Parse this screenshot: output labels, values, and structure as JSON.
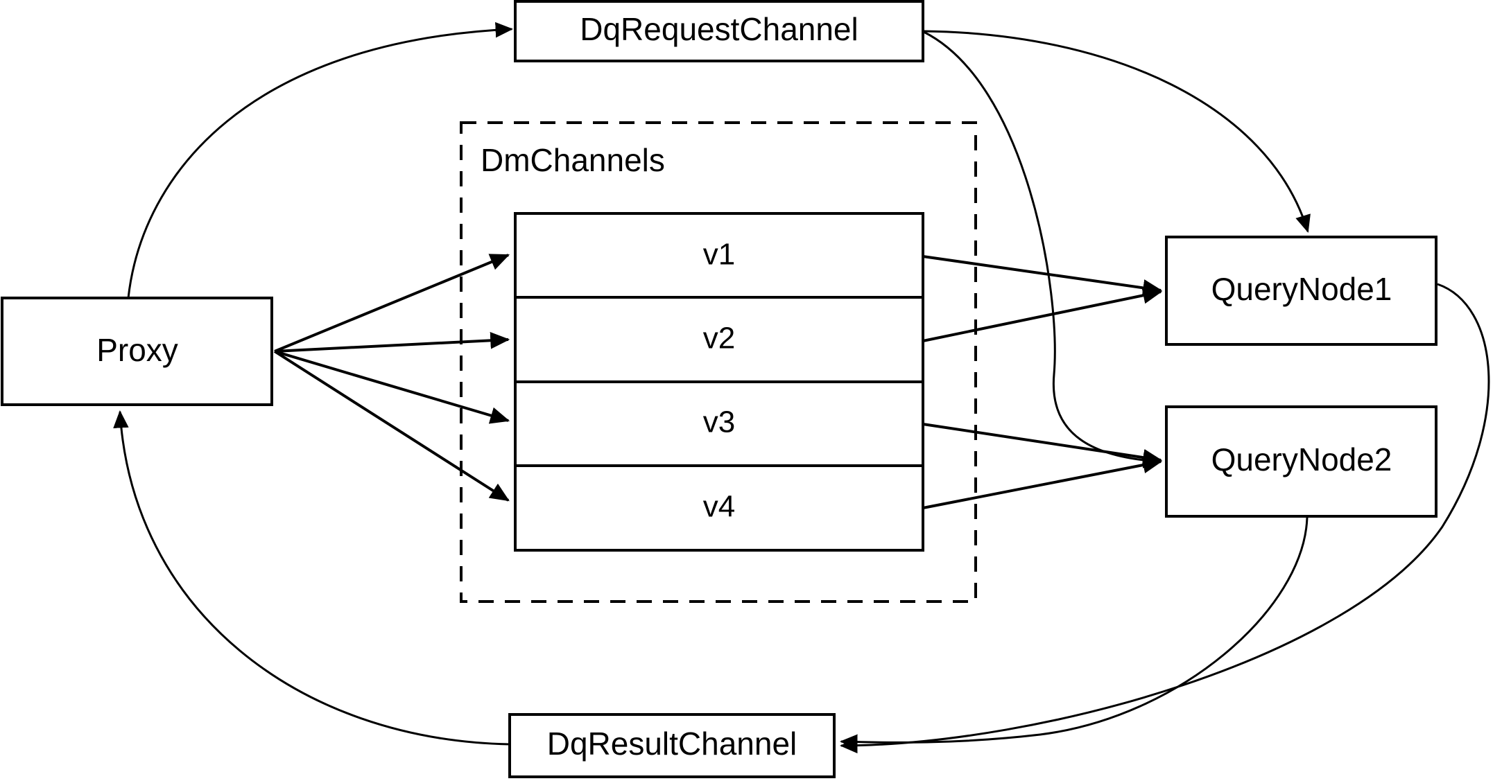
{
  "diagram": {
    "title": "Milvus distributed query channel flow",
    "background_color": "#ffffff",
    "stroke_color": "#000000",
    "nodes": [
      {
        "id": "proxy",
        "label": "Proxy"
      },
      {
        "id": "dq_request_channel",
        "label": "DqRequestChannel"
      },
      {
        "id": "dq_result_channel",
        "label": "DqResultChannel"
      },
      {
        "id": "query_node_1",
        "label": "QueryNode1"
      },
      {
        "id": "query_node_2",
        "label": "QueryNode2"
      }
    ],
    "group": {
      "id": "dm_channels",
      "label": "DmChannels",
      "style": "dashed"
    },
    "channel_rows": [
      {
        "id": "v1",
        "label": "v1"
      },
      {
        "id": "v2",
        "label": "v2"
      },
      {
        "id": "v3",
        "label": "v3"
      },
      {
        "id": "v4",
        "label": "v4"
      }
    ],
    "edges": [
      {
        "id": "proxy-to-dq-request",
        "from": "Proxy",
        "to": "DqRequestChannel",
        "style": "curved",
        "arrow": true
      },
      {
        "id": "proxy-to-v1",
        "from": "Proxy",
        "to": "v1",
        "style": "straight",
        "arrow": true
      },
      {
        "id": "proxy-to-v2",
        "from": "Proxy",
        "to": "v2",
        "style": "straight",
        "arrow": true
      },
      {
        "id": "proxy-to-v3",
        "from": "Proxy",
        "to": "v3",
        "style": "straight",
        "arrow": true
      },
      {
        "id": "proxy-to-v4",
        "from": "Proxy",
        "to": "v4",
        "style": "straight",
        "arrow": true
      },
      {
        "id": "v1-to-query-node-1",
        "from": "v1",
        "to": "QueryNode1",
        "style": "straight",
        "arrow": true
      },
      {
        "id": "v2-to-query-node-1",
        "from": "v2",
        "to": "QueryNode1",
        "style": "straight",
        "arrow": true
      },
      {
        "id": "v3-to-query-node-2",
        "from": "v3",
        "to": "QueryNode2",
        "style": "straight",
        "arrow": true
      },
      {
        "id": "v4-to-query-node-2",
        "from": "v4",
        "to": "QueryNode2",
        "style": "straight",
        "arrow": true
      },
      {
        "id": "dq-request-to-query-node-1",
        "from": "DqRequestChannel",
        "to": "QueryNode1",
        "style": "curved",
        "arrow": true
      },
      {
        "id": "dq-request-to-query-node-2",
        "from": "DqRequestChannel",
        "to": "QueryNode2",
        "style": "curved",
        "arrow": true
      },
      {
        "id": "query-node-1-to-dq-result",
        "from": "QueryNode1",
        "to": "DqResultChannel",
        "style": "curved",
        "arrow": true
      },
      {
        "id": "query-node-2-to-dq-result",
        "from": "QueryNode2",
        "to": "DqResultChannel",
        "style": "curved",
        "arrow": true
      },
      {
        "id": "dq-result-to-proxy",
        "from": "DqResultChannel",
        "to": "Proxy",
        "style": "curved",
        "arrow": true
      }
    ]
  }
}
